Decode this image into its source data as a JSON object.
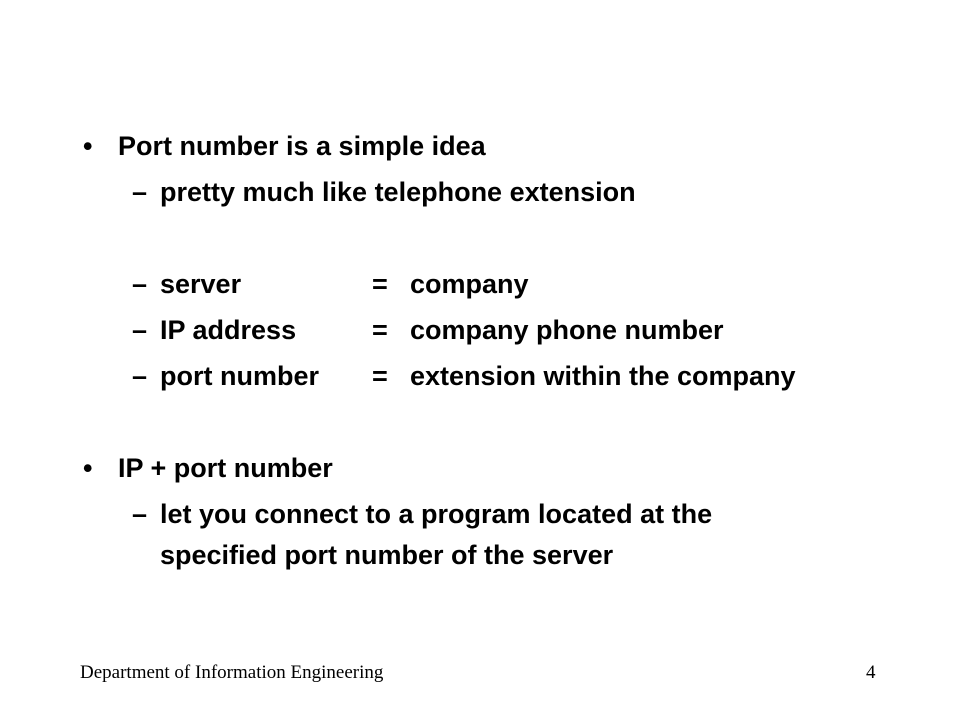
{
  "slide": {
    "bullet1": {
      "marker": "•",
      "text": "Port number is a simple idea",
      "sub": {
        "marker": "–",
        "text": "pretty much like telephone extension"
      }
    },
    "mapping": [
      {
        "marker": "–",
        "term": "server",
        "eq": "=",
        "value": "company"
      },
      {
        "marker": "–",
        "term": "IP address",
        "eq": "=",
        "value": "company phone number"
      },
      {
        "marker": "–",
        "term": "port number",
        "eq": "=",
        "value": "extension within the company"
      }
    ],
    "bullet2": {
      "marker": "•",
      "text": "IP + port number",
      "sub": {
        "marker": "–",
        "line1": "let you connect to a program located at the",
        "line2": "specified port number of the server"
      }
    }
  },
  "footer": {
    "department": "Department of Information Engineering",
    "page_number": "4"
  }
}
